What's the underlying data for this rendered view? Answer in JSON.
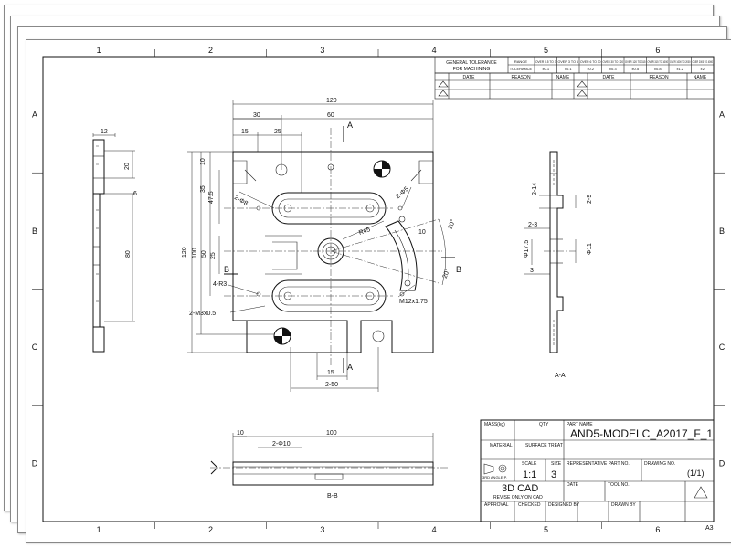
{
  "frame": {
    "columns": [
      "1",
      "2",
      "3",
      "4",
      "5",
      "6"
    ],
    "rows": [
      "A",
      "B",
      "C",
      "D"
    ],
    "sheet_size": "A3"
  },
  "tolerance_table": {
    "title_line1": "GENERAL TOLERANCE",
    "title_line2": "FOR MACHINING",
    "range_label": "RANGE",
    "tolerance_label": "TOLERANCE",
    "ranges": [
      "OVER 0.5 TO 3",
      "OVER 3 TO 6",
      "OVER 6 TO 30",
      "OVER 30 TO 120",
      "OVER 120 TO 315",
      "OVER 315 TO 1000",
      "OVER 1000 TO 2000",
      "OVER 2000 TO 4000"
    ],
    "tolerances": [
      "±0.1",
      "±0.1",
      "±0.2",
      "±0.3",
      "±0.5",
      "±0.8",
      "±1.2",
      "±2"
    ]
  },
  "revision_table": {
    "headers": [
      "DATE",
      "REASON",
      "NAME",
      "DATE",
      "REASON",
      "NAME"
    ]
  },
  "front_view": {
    "dimensions": [
      "120",
      "30",
      "60",
      "15",
      "25",
      "10",
      "35",
      "47.5",
      "120",
      "100",
      "50",
      "25",
      "2-Φ8",
      "2-Φ5",
      "R45",
      "10",
      "20°",
      "20°",
      "4-R3",
      "2-M3x0.5",
      "M12x1.75",
      "15",
      "2-50"
    ],
    "section_labels": [
      "A",
      "A",
      "B",
      "B"
    ]
  },
  "left_view": {
    "dimensions": [
      "12",
      "20",
      "6",
      "80"
    ]
  },
  "section_aa": {
    "label": "A-A",
    "dimensions": [
      "2-14",
      "2-9",
      "2-3",
      "Φ17.5",
      "Φ11",
      "3"
    ]
  },
  "section_bb": {
    "label": "B-B",
    "dimensions": [
      "10",
      "100",
      "2-Φ10"
    ]
  },
  "title_block": {
    "mass_label": "MASS(kg)",
    "qty_label": "QTY",
    "part_name_label": "PART NAME",
    "part_name": "AND5-MODELC_A2017_F_1",
    "material_label": "MATERIAL",
    "surface_label": "SURFACE TREAT",
    "projection_label": "3RD ANGLE P.",
    "scale_label": "SCALE",
    "scale": "1:1",
    "size_label": "SIZE",
    "size": "3",
    "rep_part_label": "REPRESENTATIVE PART NO.",
    "drawing_no_label": "DRAWING NO.",
    "sheet_count": "(1/1)",
    "cad_title": "3D CAD",
    "cad_note": "REVISE ONLY ON CAD",
    "date_label": "DATE",
    "tool_no_label": "TOOL NO.",
    "approval_label": "APPROVAL",
    "checked_label": "CHECKED",
    "designed_label": "DESIGNED BY",
    "drawn_label": "DRAWN BY"
  }
}
